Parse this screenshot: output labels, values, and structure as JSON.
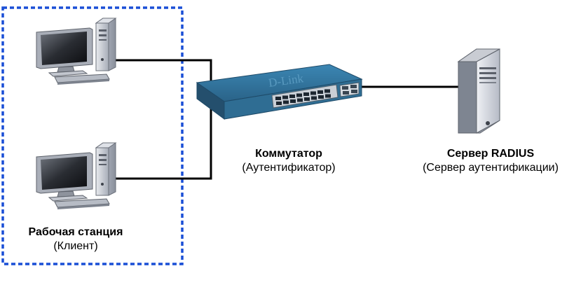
{
  "workstation": {
    "title": "Рабочая станция",
    "subtitle": "(Клиент)"
  },
  "switch": {
    "title": "Коммутатор",
    "subtitle": "(Аутентификатор)",
    "brand": "D-Link"
  },
  "server": {
    "title": "Сервер RADIUS",
    "subtitle": "(Сервер аутентификации)"
  },
  "colors": {
    "dashed_border": "#1a4fd6",
    "switch_body": "#2f6d93",
    "cable": "#000000"
  },
  "icons": {
    "pc": "desktop-pc-icon",
    "switch": "network-switch-icon",
    "server": "tower-server-icon"
  }
}
